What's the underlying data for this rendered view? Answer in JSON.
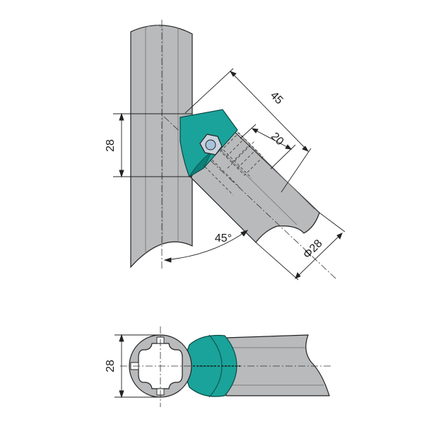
{
  "colors": {
    "tube_fill": "#b9babc",
    "tube_groove": "#9a9b9d",
    "connector": "#1aa39a",
    "connector_dark": "#0e7f78",
    "line": "#222222",
    "bolt": "#c9d3de"
  },
  "top_view": {
    "dim_tube_height": "28",
    "dim_length": "45",
    "dim_insert": "20",
    "dim_diameter": "Φ28",
    "angle": "45°"
  },
  "side_view": {
    "dim_height": "28"
  }
}
